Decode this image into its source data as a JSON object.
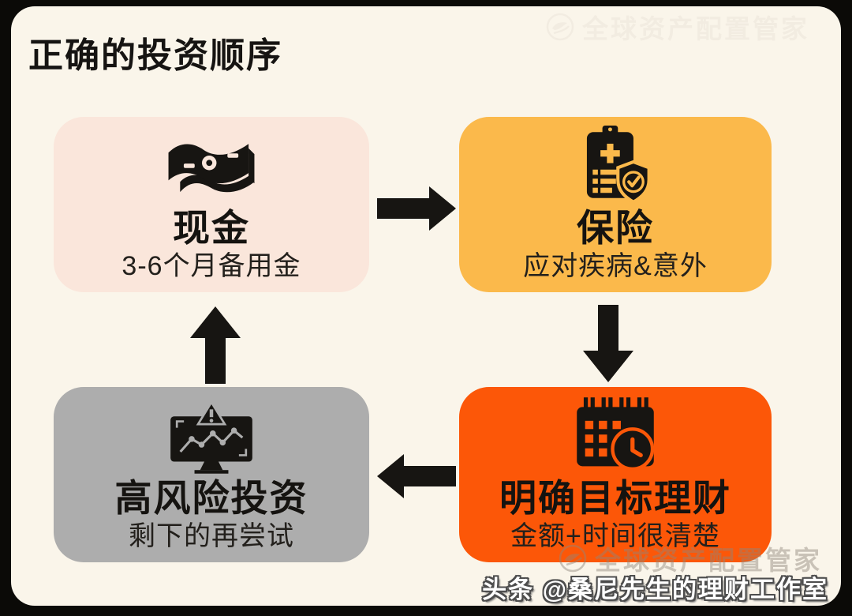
{
  "page": {
    "title": "正确的投资顺序",
    "footer": "头条 @桑尼先生的理财工作室",
    "watermark": "全球资产配置管家"
  },
  "colors": {
    "frame": "#0b0a07",
    "card_bg": "#faf5ea",
    "arrow": "#171512",
    "text": "#151310",
    "footer_text": "#ffffff",
    "footer_outline": "#4d4d4d",
    "watermark": "#8f867b"
  },
  "flow": {
    "nodes": [
      {
        "id": "cash",
        "title": "现金",
        "subtitle": "3-6个月备用金",
        "icon": "banknote-icon",
        "bg": "#fae6db"
      },
      {
        "id": "insurance",
        "title": "保险",
        "subtitle": "应对疾病&意外",
        "icon": "medical-clipboard-shield-icon",
        "bg": "#fbb94b"
      },
      {
        "id": "goal",
        "title": "明确目标理财",
        "subtitle": "金额+时间很清楚",
        "icon": "calendar-clock-icon",
        "bg": "#fc5708"
      },
      {
        "id": "risk",
        "title": "高风险投资",
        "subtitle": "剩下的再尝试",
        "icon": "monitor-chart-warning-icon",
        "bg": "#adadad"
      }
    ],
    "arrows": [
      {
        "from": "cash",
        "to": "insurance",
        "direction": "right"
      },
      {
        "from": "insurance",
        "to": "goal",
        "direction": "down"
      },
      {
        "from": "goal",
        "to": "risk",
        "direction": "left"
      },
      {
        "from": "risk",
        "to": "cash",
        "direction": "up"
      }
    ]
  }
}
